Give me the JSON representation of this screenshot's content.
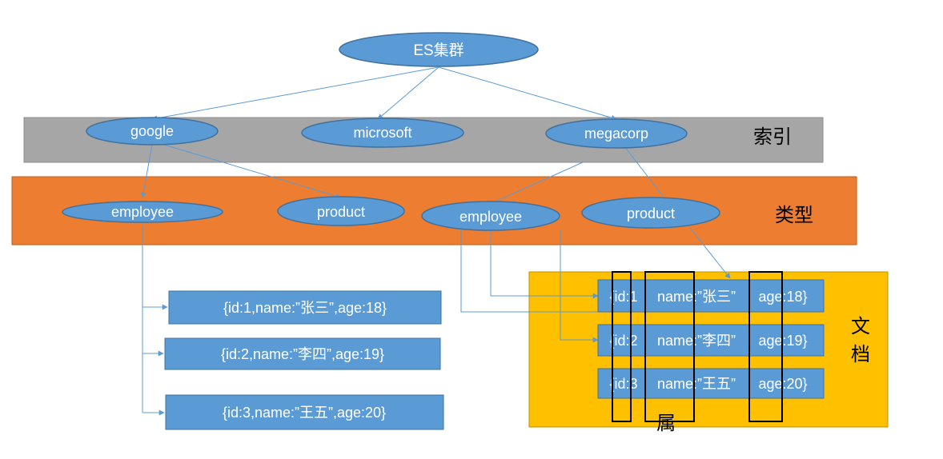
{
  "root": {
    "label": "ES集群"
  },
  "bands": {
    "index": {
      "label": "索引",
      "color": "#a6a6a6"
    },
    "type": {
      "label": "类型",
      "color": "#ed7d31"
    },
    "document": {
      "label_line1": "文",
      "label_line2": "档",
      "color": "#ffc000"
    }
  },
  "indices": [
    {
      "id": "google",
      "label": "google"
    },
    {
      "id": "microsoft",
      "label": "microsoft"
    },
    {
      "id": "megacorp",
      "label": "megacorp"
    }
  ],
  "types": [
    {
      "id": "google-employee",
      "label": "employee"
    },
    {
      "id": "google-product",
      "label": "product"
    },
    {
      "id": "megacorp-employee",
      "label": "employee"
    },
    {
      "id": "megacorp-product",
      "label": "product"
    }
  ],
  "left_documents": [
    {
      "label": "{id:1,name:”张三”,age:18}"
    },
    {
      "label": "{id:2,name:”李四”,age:19}"
    },
    {
      "label": "{id:3,name:”王五”,age:20}"
    }
  ],
  "right_documents": [
    {
      "cells": [
        "{id:1",
        "name:”张三”",
        "age:18}"
      ]
    },
    {
      "cells": [
        "{id:2",
        "name:”李四”",
        "age:19}"
      ]
    },
    {
      "cells": [
        "{id:3",
        "name:”王五”",
        "age:20}"
      ]
    }
  ],
  "attribute_label": "属",
  "colors": {
    "node_fill": "#5b9bd5",
    "node_stroke": "#41719c",
    "connector": "#5b9bd5",
    "text_on_node": "#ffffff",
    "label_text": "#000000"
  }
}
